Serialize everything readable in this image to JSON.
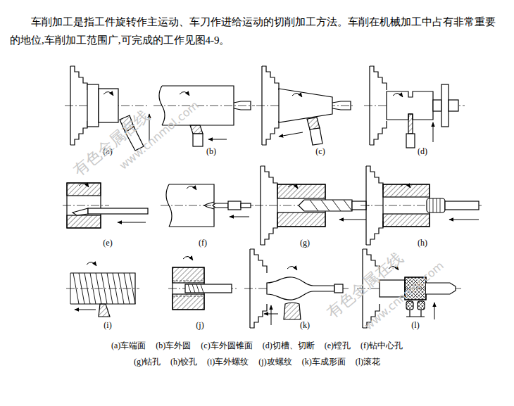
{
  "diagram": {
    "labels": [
      "车削加工是指工件旋转作主运动、车刀作进给运动的切削加工方法。车削在机械加工中占有非常重要的地位,车削加工范围广,可完成的工作见图4-9。",
      "(a)",
      "(b)",
      "(c)",
      "(d)",
      "(e)",
      "(f)",
      "(g)",
      "(h)",
      "(i)",
      "(j)",
      "(k)",
      "(l)",
      "(a)车端面",
      "(b)车外圆",
      "(c)车外圆锥面",
      "(d)切槽、切断",
      "(e)镗孔",
      "(f)钻中心孔",
      "(g)钻孔",
      "(h)铰孔",
      "(i)车外螺纹",
      "(j)攻螺纹",
      "(k)车成形面",
      "(l)滚花",
      "有色金属在线",
      "www.cnnmol.com",
      "有色金属在线",
      "www.cnnmol.com"
    ]
  }
}
